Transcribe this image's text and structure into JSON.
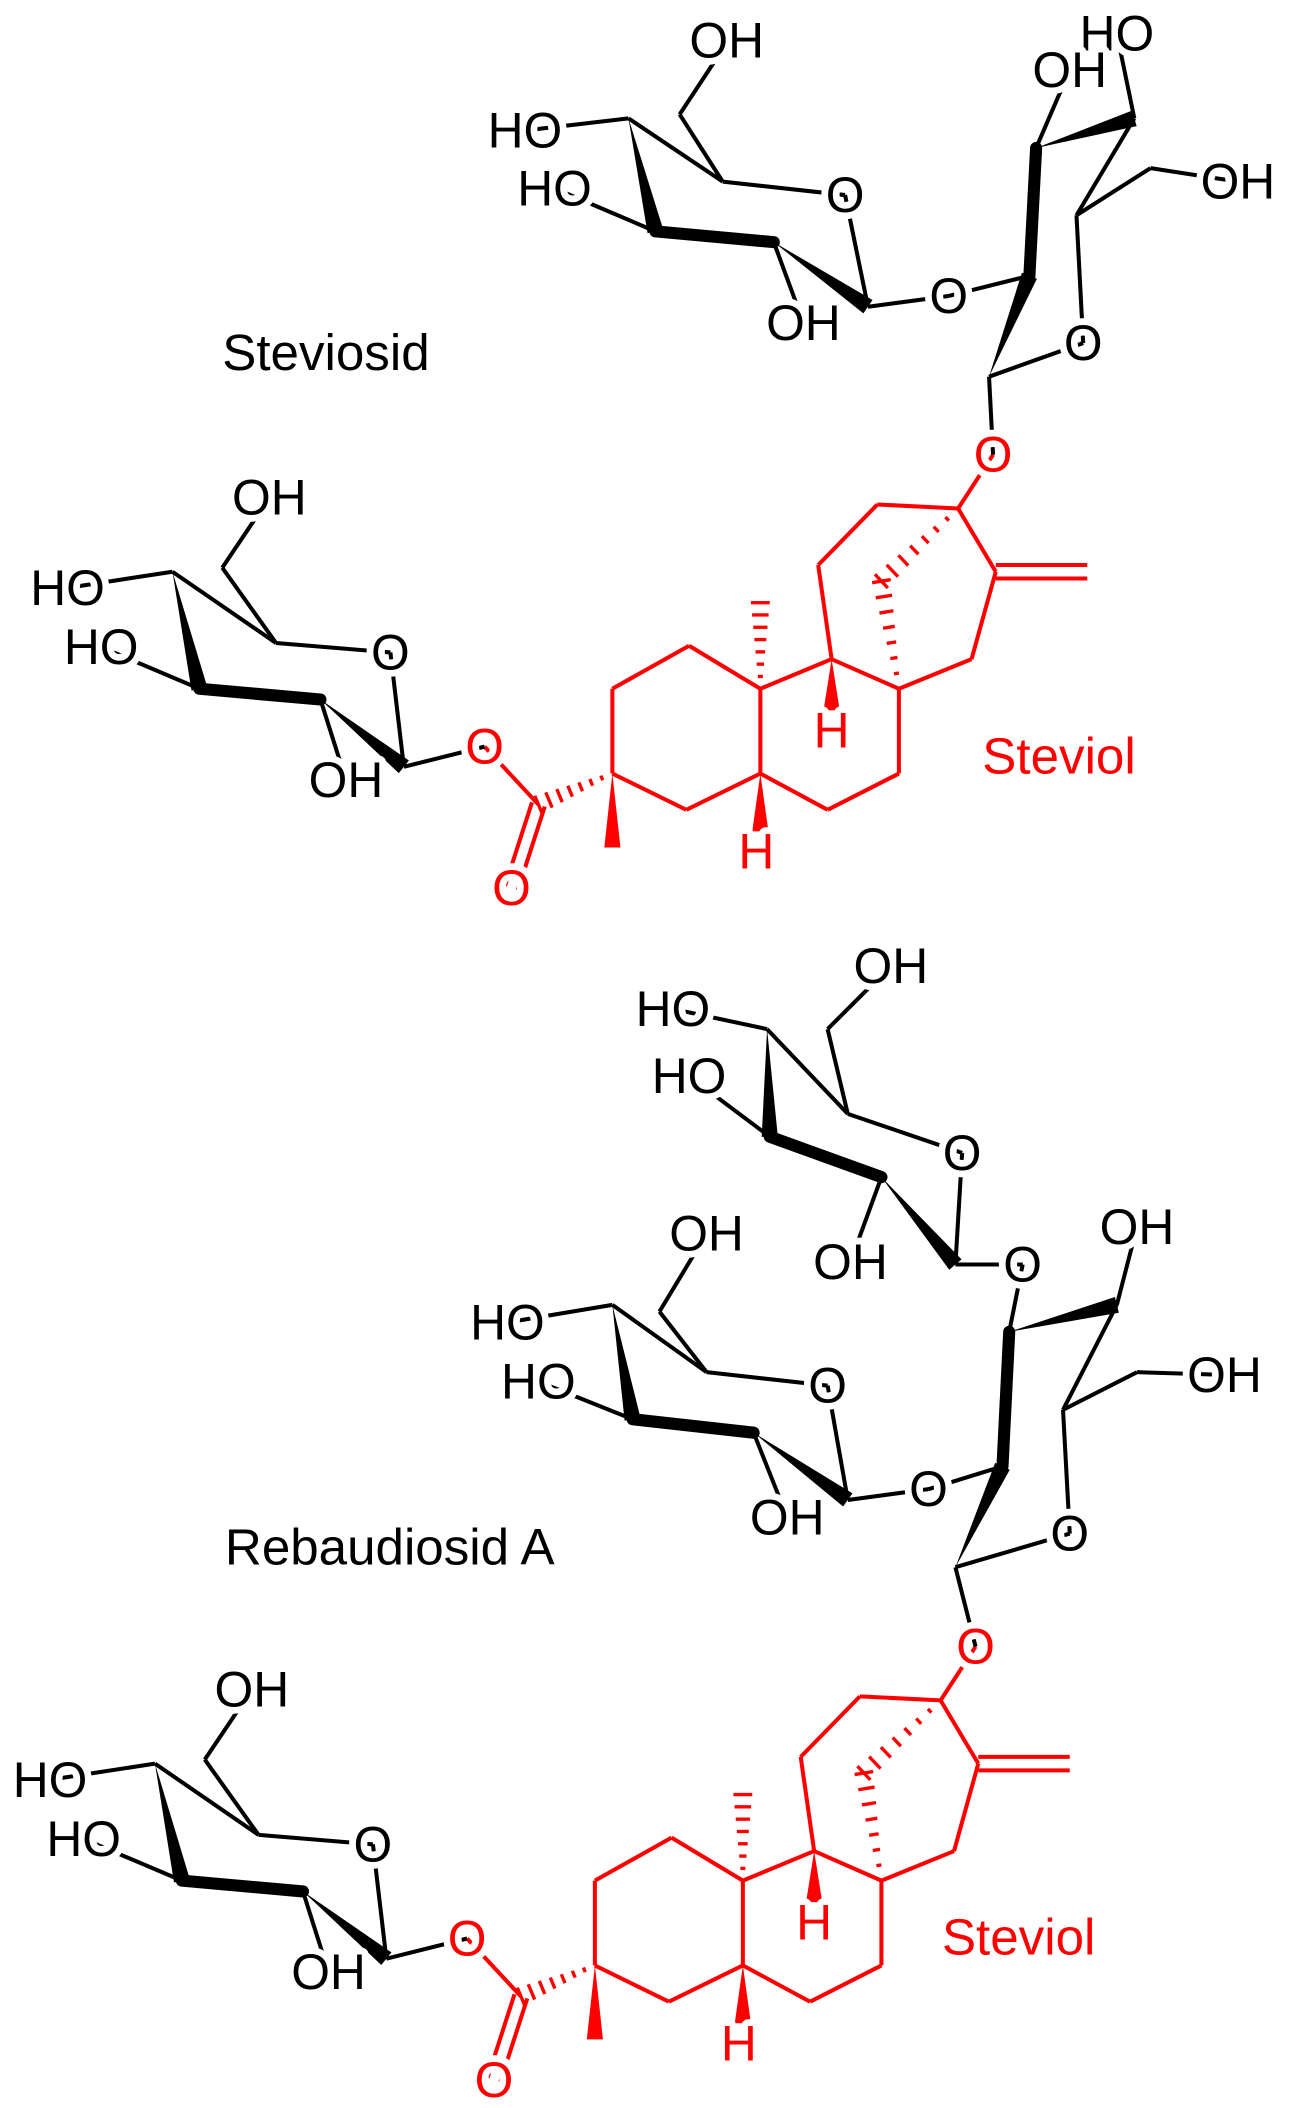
{
  "titles": {
    "stevioside": "Steviosid",
    "rebaudioside": "Rebaudiosid A",
    "steviol": "Steviol"
  },
  "atoms": {
    "OH": "OH",
    "HO": "HO",
    "O": "O",
    "H": "H"
  },
  "colors": {
    "sugar": "#000000",
    "steviol": "#ff0000"
  }
}
